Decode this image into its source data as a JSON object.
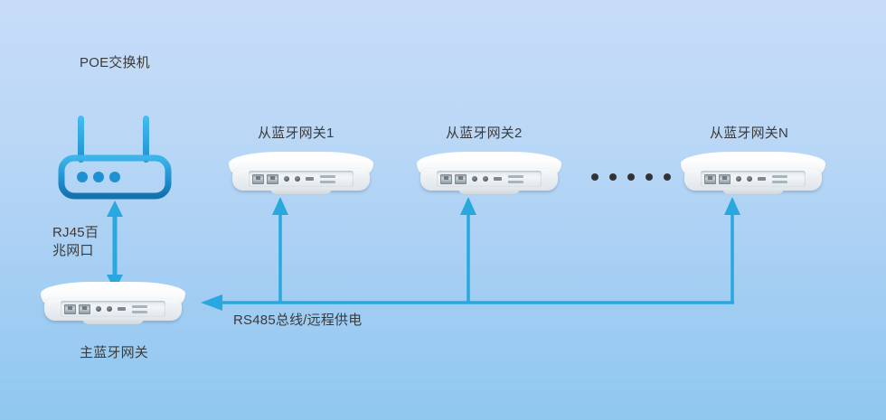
{
  "diagram": {
    "title_text_color": "#3b3b3b",
    "background": {
      "top_color": "#c7dcf8",
      "bottom_color": "#8fc8ef"
    },
    "accent_color": "#29a8e0",
    "switch_color": "#1f87c9"
  },
  "nodes": {
    "poe_switch": {
      "label": "POE交换机"
    },
    "master_gateway": {
      "label": "主蓝牙网关"
    },
    "slave_gateways": [
      {
        "label": "从蓝牙网关1"
      },
      {
        "label": "从蓝牙网关2"
      },
      {
        "label": "从蓝牙网关N"
      }
    ]
  },
  "connections": {
    "uplink": {
      "label": "RJ45百\n兆网口"
    },
    "bus": {
      "label": "RS485总线/远程供电"
    },
    "ellipsis_dots": 5
  }
}
